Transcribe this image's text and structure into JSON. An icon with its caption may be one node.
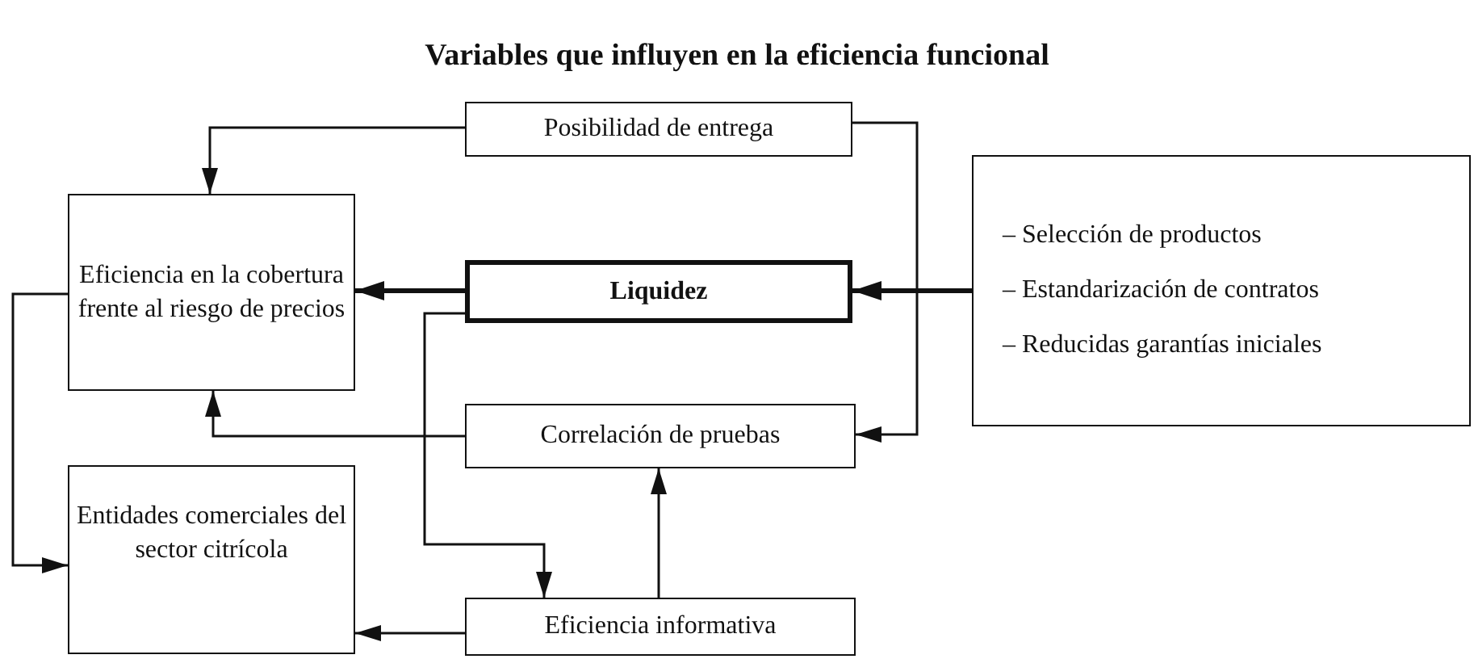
{
  "diagram": {
    "title": "Variables que influyen en la eficiencia funcional",
    "nodes": [
      {
        "text": [
          "Posibilidad de entrega"
        ]
      },
      {
        "text": [
          "Eficiencia en la cobertura frente al riesgo de precios"
        ]
      },
      {
        "text": [
          "Liquidez"
        ]
      },
      {
        "text": [
          "– Selección de productos",
          "– Estandarización de contratos",
          "– Reducidas garantías iniciales"
        ]
      },
      {
        "text": [
          "Correlación de pruebas"
        ]
      },
      {
        "text": [
          "Entidades comerciales del sector citrícola"
        ]
      },
      {
        "text": [
          "Eficiencia informativa"
        ]
      }
    ],
    "edges": [
      {
        "from": 0,
        "to": 1,
        "arrow": "to"
      },
      {
        "from": 0,
        "to": 4,
        "arrow": "to"
      },
      {
        "from": 3,
        "to": 2,
        "arrow": "to",
        "style": "thick"
      },
      {
        "from": 2,
        "to": 1,
        "arrow": "to",
        "style": "thick"
      },
      {
        "from": 4,
        "to": 1,
        "arrow": "to"
      },
      {
        "from": 2,
        "to": 6,
        "arrow": "to"
      },
      {
        "from": 6,
        "to": 4,
        "arrow": "to"
      },
      {
        "from": 6,
        "to": 5,
        "arrow": "to"
      },
      {
        "from": 1,
        "to": 5,
        "arrow": "to"
      }
    ]
  }
}
